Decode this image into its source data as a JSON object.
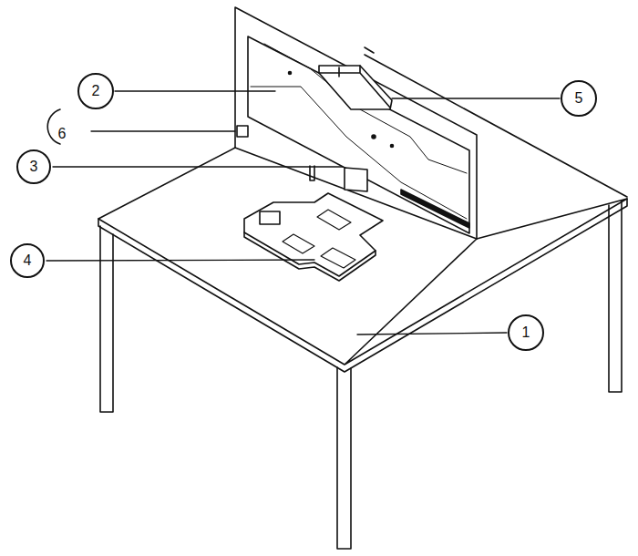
{
  "diagram": {
    "nodes": [
      {
        "text": [
          "2"
        ]
      },
      {
        "text": [
          "5"
        ]
      },
      {
        "text": [
          "3"
        ]
      },
      {
        "text": [
          "4"
        ]
      },
      {
        "text": [
          "1"
        ]
      }
    ],
    "labels": [
      "6"
    ]
  }
}
